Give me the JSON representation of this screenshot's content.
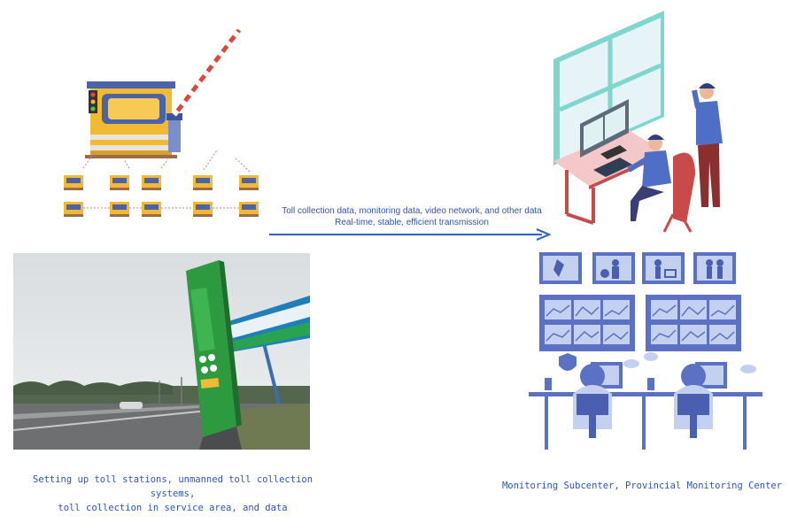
{
  "arrow": {
    "line1": "Toll collection data, monitoring data, video network, and other data",
    "line2": "Real-time, stable, efficient transmission"
  },
  "left": {
    "caption_line1": "Setting up toll stations, unmanned toll collection systems,",
    "caption_line2": "toll collection in service area, and data"
  },
  "right": {
    "caption": "Monitoring Subcenter, Provincial Monitoring Center"
  },
  "colors": {
    "accent": "#2f55b5",
    "booth_yellow": "#f2b934",
    "booth_blue": "#4d63a8",
    "monitor_blue": "#5b72c4",
    "panel_light": "#c4d0ef",
    "sign_green": "#2e9a3f"
  }
}
